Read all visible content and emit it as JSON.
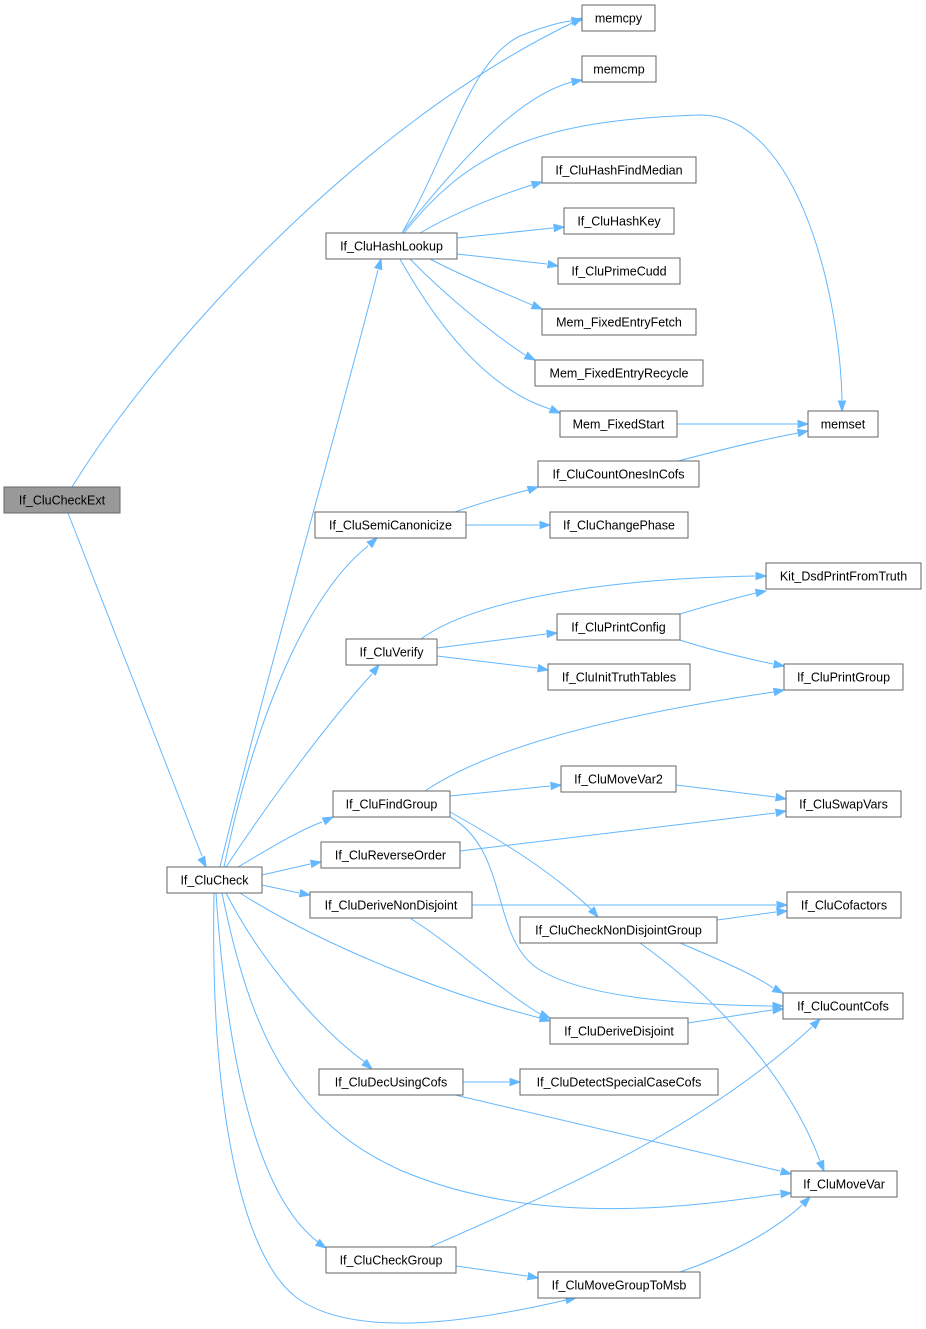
{
  "graph": {
    "root_color": "#999999",
    "edge_color": "#63b8ff",
    "border_color": "#666666",
    "nodes": [
      {
        "id": "checkext",
        "label": "If_CluCheckExt"
      },
      {
        "id": "check",
        "label": "If_CluCheck"
      },
      {
        "id": "hashlookup",
        "label": "If_CluHashLookup"
      },
      {
        "id": "semicanon",
        "label": "If_CluSemiCanonicize"
      },
      {
        "id": "verify",
        "label": "If_CluVerify"
      },
      {
        "id": "findgroup",
        "label": "If_CluFindGroup"
      },
      {
        "id": "reverseorder",
        "label": "If_CluReverseOrder"
      },
      {
        "id": "derivenondisj",
        "label": "If_CluDeriveNonDisjoint"
      },
      {
        "id": "decusingcofs",
        "label": "If_CluDecUsingCofs"
      },
      {
        "id": "checkgroup",
        "label": "If_CluCheckGroup"
      },
      {
        "id": "memcpy",
        "label": "memcpy"
      },
      {
        "id": "memcmp",
        "label": "memcmp"
      },
      {
        "id": "hashfindmedian",
        "label": "If_CluHashFindMedian"
      },
      {
        "id": "hashkey",
        "label": "If_CluHashKey"
      },
      {
        "id": "primecudd",
        "label": "If_CluPrimeCudd"
      },
      {
        "id": "memfixedfetch",
        "label": "Mem_FixedEntryFetch"
      },
      {
        "id": "memfixedrecycle",
        "label": "Mem_FixedEntryRecycle"
      },
      {
        "id": "memfixedstart",
        "label": "Mem_FixedStart"
      },
      {
        "id": "countonesincofs",
        "label": "If_CluCountOnesInCofs"
      },
      {
        "id": "changephase",
        "label": "If_CluChangePhase"
      },
      {
        "id": "printconfig",
        "label": "If_CluPrintConfig"
      },
      {
        "id": "inittruthtables",
        "label": "If_CluInitTruthTables"
      },
      {
        "id": "movevar2",
        "label": "If_CluMoveVar2"
      },
      {
        "id": "checknondisjgroup",
        "label": "If_CluCheckNonDisjointGroup"
      },
      {
        "id": "derivedisjoint",
        "label": "If_CluDeriveDisjoint"
      },
      {
        "id": "detectspecial",
        "label": "If_CluDetectSpecialCaseCofs"
      },
      {
        "id": "movegrouptomsb",
        "label": "If_CluMoveGroupToMsb"
      },
      {
        "id": "memset",
        "label": "memset"
      },
      {
        "id": "kitdsdprint",
        "label": "Kit_DsdPrintFromTruth"
      },
      {
        "id": "printgroup",
        "label": "If_CluPrintGroup"
      },
      {
        "id": "swapvars",
        "label": "If_CluSwapVars"
      },
      {
        "id": "cofactors",
        "label": "If_CluCofactors"
      },
      {
        "id": "countcofs",
        "label": "If_CluCountCofs"
      },
      {
        "id": "movevar",
        "label": "If_CluMoveVar"
      }
    ]
  }
}
